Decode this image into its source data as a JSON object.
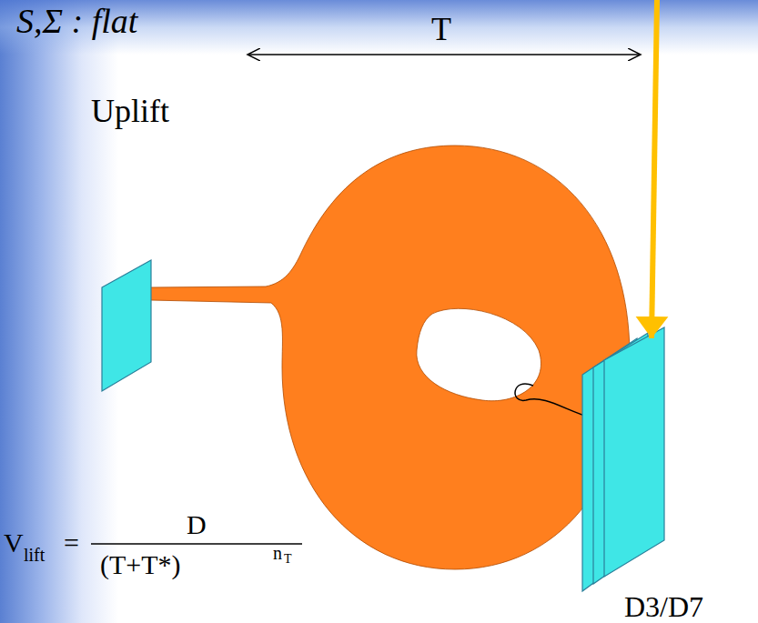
{
  "diagram": {
    "labels": [
      "S,Σ : flat",
      "T",
      "Uplift",
      "V",
      "lift",
      "=",
      "D",
      "(T+T*)",
      "n",
      "T",
      "D3/D7"
    ]
  }
}
